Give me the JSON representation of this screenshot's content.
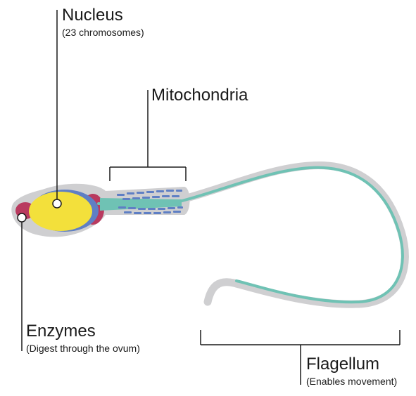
{
  "labels": {
    "nucleus": {
      "title": "Nucleus",
      "subtitle": "(23 chromosomes)"
    },
    "mitochondria": {
      "title": "Mitochondria"
    },
    "enzymes": {
      "title": "Enzymes",
      "subtitle": "(Digest through the ovum)"
    },
    "flagellum": {
      "title": "Flagellum",
      "subtitle": "(Enables movement)"
    }
  },
  "colors": {
    "outline_gray": "#cfcfd1",
    "nucleus_yellow": "#f3e03b",
    "nucleus_ring_blue": "#5f7fc4",
    "acrosome_red": "#b93a5f",
    "axoneme_teal": "#6fc2b4",
    "mitochondria_blue": "#5f7fc4",
    "leader_line": "#1a1a1a"
  }
}
